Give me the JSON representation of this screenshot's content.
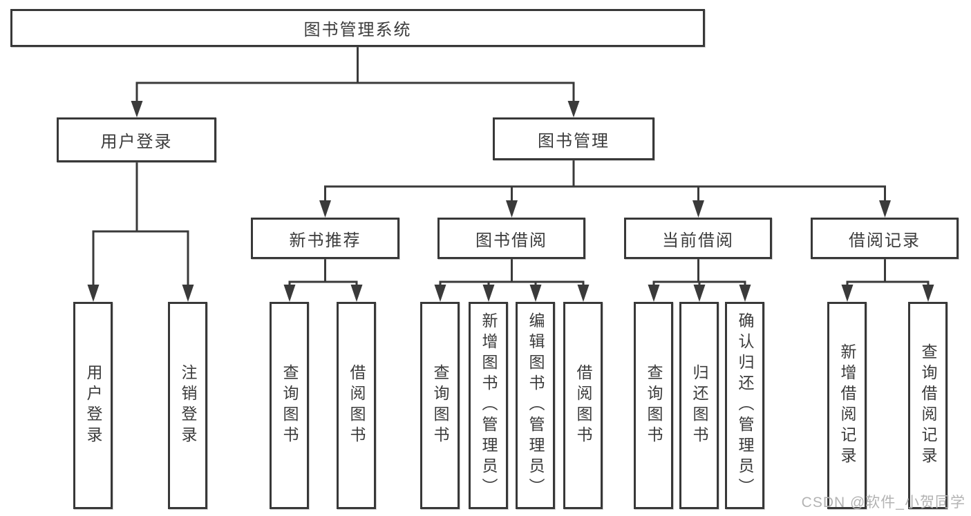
{
  "colors": {
    "line": "#3a3a3a",
    "box_border": "#383838",
    "text": "#3b3b3b",
    "watermark_text": "#b3b3b3",
    "background": "#ffffff"
  },
  "tree": {
    "root": {
      "label": "图书管理系统"
    },
    "branches": [
      {
        "label": "用户登录",
        "children": [
          {
            "label": "用户登录"
          },
          {
            "label": "注销登录"
          }
        ]
      },
      {
        "label": "图书管理",
        "children": [
          {
            "label": "新书推荐",
            "children": [
              {
                "label": "查询图书"
              },
              {
                "label": "借阅图书"
              }
            ]
          },
          {
            "label": "图书借阅",
            "children": [
              {
                "label": "查询图书"
              },
              {
                "label": "新增图书（管理员）"
              },
              {
                "label": "编辑图书（管理员）"
              },
              {
                "label": "借阅图书"
              }
            ]
          },
          {
            "label": "当前借阅",
            "children": [
              {
                "label": "查询图书"
              },
              {
                "label": "归还图书"
              },
              {
                "label": "确认归还（管理员）"
              }
            ]
          },
          {
            "label": "借阅记录",
            "children": [
              {
                "label": "新增借阅记录"
              },
              {
                "label": "查询借阅记录"
              }
            ]
          }
        ]
      }
    ]
  },
  "watermark": {
    "text": "CSDN @软件_小贺同学"
  }
}
